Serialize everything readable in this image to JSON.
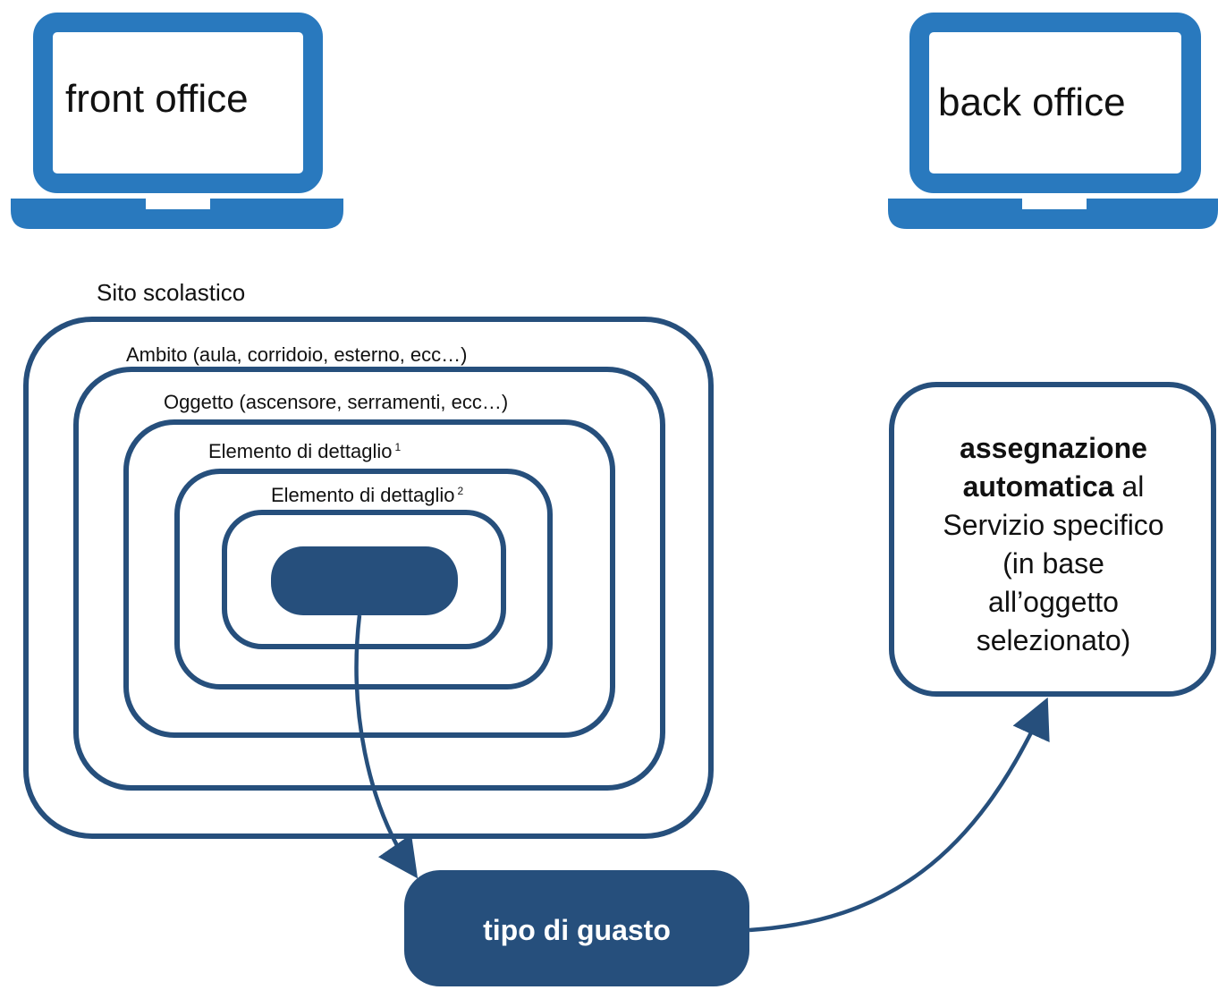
{
  "front_office": {
    "label": "front office"
  },
  "back_office": {
    "label": "back office"
  },
  "nested": {
    "sito": "Sito scolastico",
    "ambito": "Ambito (aula, corridoio, esterno, ecc…)",
    "oggetto": "Oggetto (ascensore, serramenti, ecc…)",
    "elemento1": "Elemento di dettaglio",
    "elemento1_sup": "1",
    "elemento2": "Elemento di dettaglio",
    "elemento2_sup": "2"
  },
  "guasto": {
    "label": "tipo di guasto"
  },
  "assegnazione": {
    "line1_bold": "assegnazione",
    "line2_bold": "automatica",
    "line2_rest": " al",
    "line3": "Servizio specifico",
    "line4": "(in base",
    "line5": "all’oggetto",
    "line6": "selezionato)"
  },
  "colors": {
    "laptop": "#2979be",
    "diagram": "#264f7c"
  }
}
